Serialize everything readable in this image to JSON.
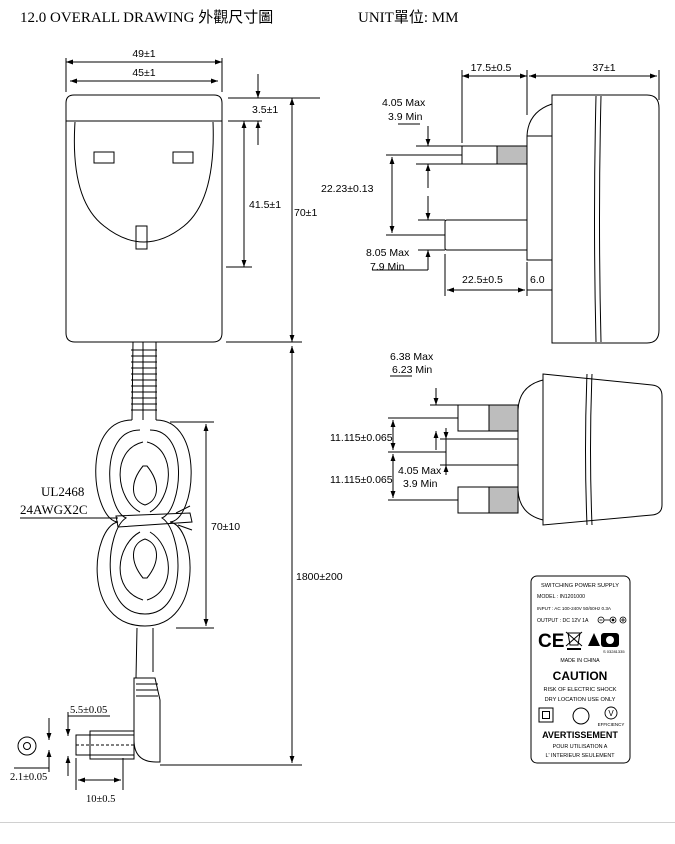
{
  "header": {
    "section_title": "12.0  OVERALL DRAWING 外觀尺寸圖",
    "unit": "UNIT單位: MM"
  },
  "front_view": {
    "width_outer": "49±1",
    "width_inner": "45±1",
    "top_offset": "3.5±1",
    "pin_height": "41.5±1",
    "body_height": "70±1",
    "loop_length": "70±10",
    "cord_length": "1800±200",
    "cable_spec_line1": "UL2468",
    "cable_spec_line2": "24AWGX2C",
    "plug_outer_dia": "5.5±0.05",
    "plug_inner_dia": "2.1±0.05",
    "plug_length": "10±0.5"
  },
  "side_view": {
    "pin_length_top": "17.5±0.5",
    "body_depth": "37±1",
    "pin_thickness_max": "4.05 Max",
    "pin_thickness_min": "3.9 Min",
    "pin_spacing": "22.23±0.13",
    "pin_width_max": "8.05 Max",
    "pin_width_min": "7.9 Min",
    "pin_length": "22.5±0.5",
    "base_offset": "6.0"
  },
  "top_view": {
    "pin_max": "6.38 Max",
    "pin_min": "6.23 Min",
    "offset_a": "11.115±0.065",
    "offset_b": "11.115±0.065",
    "pin2_max": "4.05 Max",
    "pin2_min": "3.9 Min"
  },
  "rating_label": {
    "title": "SWITCHING POWER SUPPLY",
    "model": "MODEL : IN1201000",
    "input": "INPUT : AC 100-240V 50/60Hz  0.3A",
    "output": "OUTPUT : DC 12V 1A",
    "cert_code": "S 03281335",
    "made_in": "MADE IN CHINA",
    "caution": "CAUTION",
    "caution_line1": "RISK OF ELECTRIC SHOCK",
    "caution_line2": "DRY LOCATION USE ONLY",
    "efficiency_mark": "V",
    "efficiency_label": "EFFICIENCY",
    "avertissement": "AVERTISSEMENT",
    "avert_line1": "POUR UTILISATION A",
    "avert_line2": "L' INTERIEUR SEULEMENT"
  }
}
